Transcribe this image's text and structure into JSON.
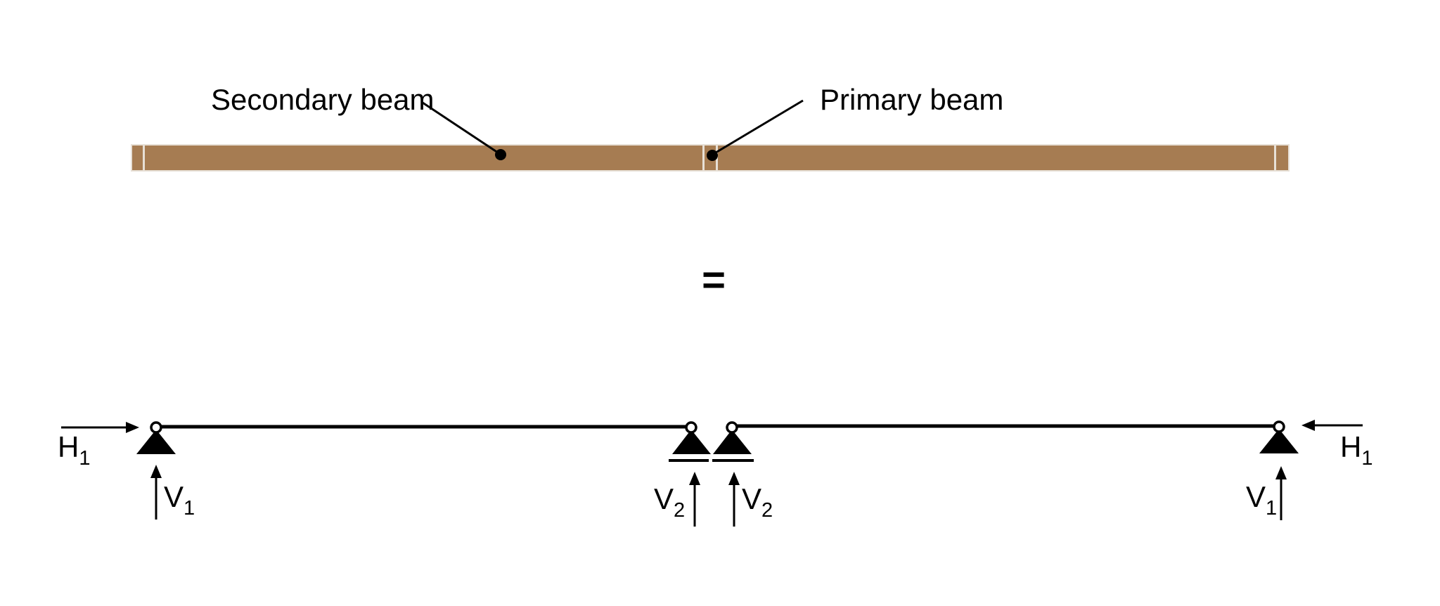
{
  "colors": {
    "background": "#ffffff",
    "beam_fill": "#a67c52",
    "beam_edge": "#e7e0d6",
    "line": "#000000",
    "text": "#000000"
  },
  "top_figure": {
    "secondary_beam_label": "Secondary beam",
    "primary_beam_label": "Primary beam"
  },
  "equals_sign": "=",
  "bottom_figure": {
    "labels": {
      "h1_left": {
        "base": "H",
        "sub": "1"
      },
      "v1_left": {
        "base": "V",
        "sub": "1"
      },
      "v2_left": {
        "base": "V",
        "sub": "2"
      },
      "v2_right": {
        "base": "V",
        "sub": "2"
      },
      "v1_right": {
        "base": "V",
        "sub": "1"
      },
      "h1_right": {
        "base": "H",
        "sub": "1"
      }
    },
    "supports": {
      "left": "pin",
      "mid_left": "roller",
      "mid_right": "roller",
      "right": "pin"
    }
  }
}
